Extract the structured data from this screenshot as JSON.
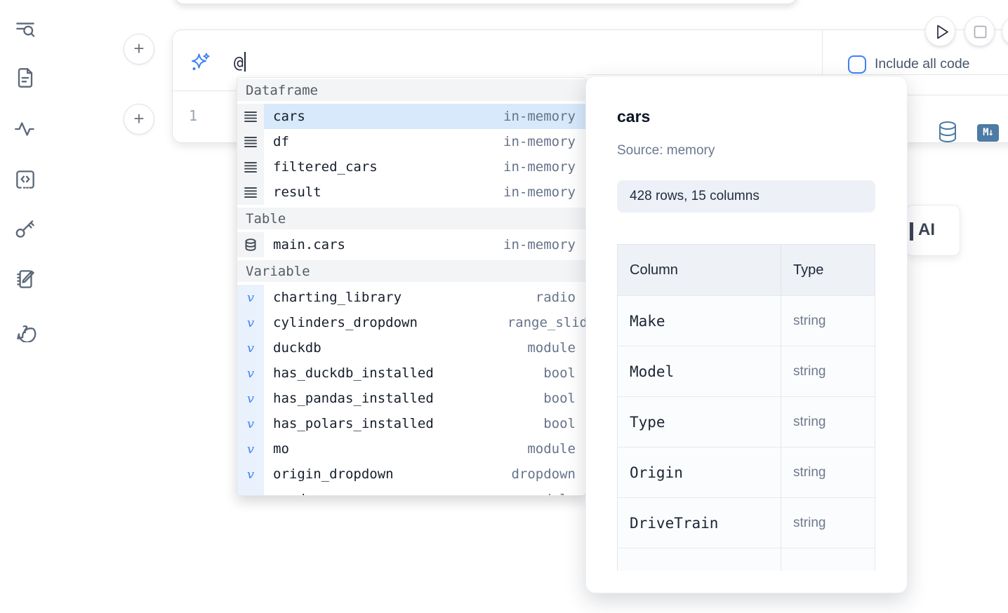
{
  "colors": {
    "accent_blue": "#3e82f5",
    "steel_blue": "#4c7ba4",
    "selected_row": "#d8e9fc",
    "section_header_bg": "#f3f4f5",
    "panel_pill_bg": "#edf1f7"
  },
  "sidebar": {
    "items": [
      {
        "icon": "toc-search-icon"
      },
      {
        "icon": "document-icon"
      },
      {
        "icon": "activity-icon"
      },
      {
        "icon": "code-snippets-icon"
      },
      {
        "icon": "key-icon"
      },
      {
        "icon": "scratchpad-icon"
      },
      {
        "icon": "help-chat-icon"
      }
    ]
  },
  "prompt_cell": {
    "prompt_text": "@",
    "include_all_code_label": "Include all code",
    "line_number": "1",
    "markdown_badge": "M↓"
  },
  "autocomplete": {
    "sections": [
      {
        "label": "Dataframe",
        "items": [
          {
            "name": "cars",
            "type": "in-memory",
            "selected": true
          },
          {
            "name": "df",
            "type": "in-memory"
          },
          {
            "name": "filtered_cars",
            "type": "in-memory"
          },
          {
            "name": "result",
            "type": "in-memory"
          }
        ]
      },
      {
        "label": "Table",
        "items": [
          {
            "name": "main.cars",
            "type": "in-memory"
          }
        ]
      },
      {
        "label": "Variable",
        "items": [
          {
            "name": "charting_library",
            "type": "radio"
          },
          {
            "name": "cylinders_dropdown",
            "type": "range_slider"
          },
          {
            "name": "duckdb",
            "type": "module"
          },
          {
            "name": "has_duckdb_installed",
            "type": "bool"
          },
          {
            "name": "has_pandas_installed",
            "type": "bool"
          },
          {
            "name": "has_polars_installed",
            "type": "bool"
          },
          {
            "name": "mo",
            "type": "module"
          },
          {
            "name": "origin_dropdown",
            "type": "dropdown"
          },
          {
            "name": "pandas",
            "type": "module"
          }
        ]
      }
    ]
  },
  "preview_panel": {
    "title": "cars",
    "source": "Source: memory",
    "shape": "428 rows, 15 columns",
    "table": {
      "col_header": "Column",
      "type_header": "Type",
      "rows": [
        {
          "column": "Make",
          "type": "string"
        },
        {
          "column": "Model",
          "type": "string"
        },
        {
          "column": "Type",
          "type": "string"
        },
        {
          "column": "Origin",
          "type": "string"
        },
        {
          "column": "DriveTrain",
          "type": "string"
        }
      ]
    }
  },
  "ai_card": {
    "label": "AI"
  }
}
